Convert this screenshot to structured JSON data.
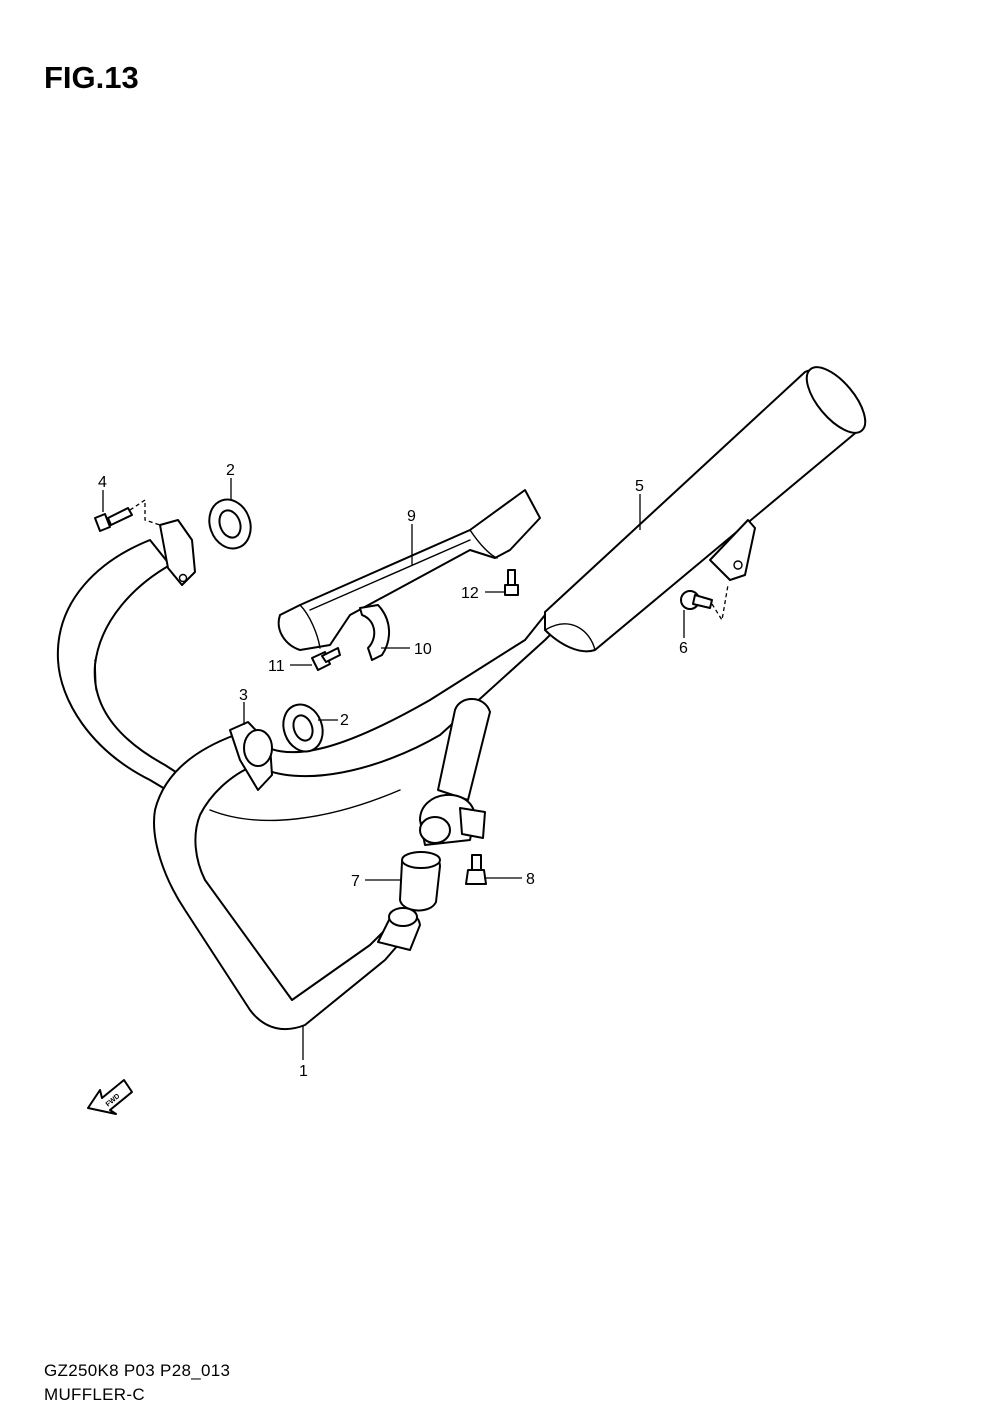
{
  "title": "FIG.13",
  "footer": {
    "code": "GZ250K8 P03 P28_013",
    "name": "MUFFLER-C"
  },
  "fwd_label": "FWD",
  "callouts": {
    "c1": "1",
    "c2a": "2",
    "c2b": "2",
    "c3": "3",
    "c4": "4",
    "c5": "5",
    "c6": "6",
    "c7": "7",
    "c8": "8",
    "c9": "9",
    "c10": "10",
    "c11": "11",
    "c12": "12"
  }
}
